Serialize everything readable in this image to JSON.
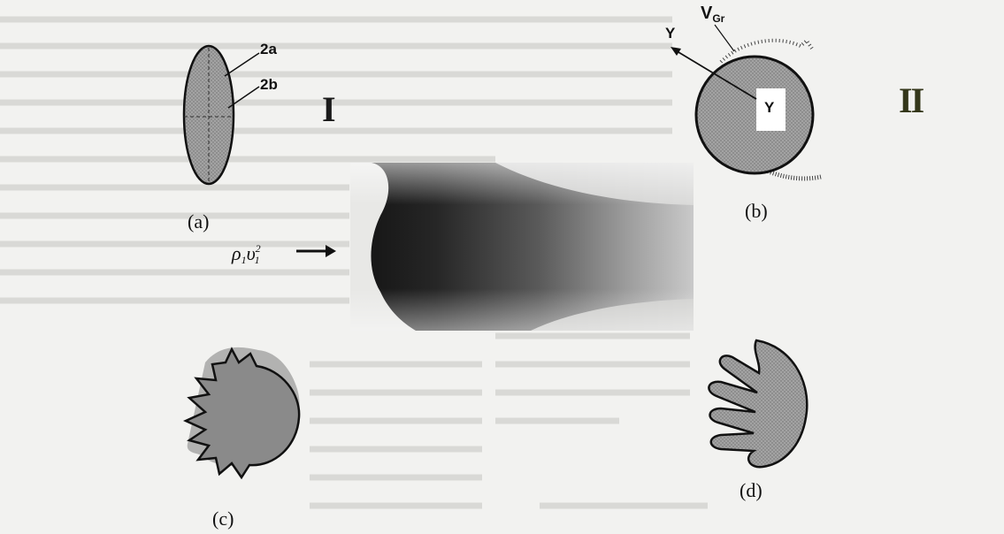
{
  "panels": {
    "a": {
      "label": "(a)",
      "dim_long": "2a",
      "dim_short": "2b",
      "roman": "I"
    },
    "b": {
      "label": "(b)",
      "velocity_symbol": "V",
      "velocity_sub": "Gr",
      "axis_outer": "Y",
      "axis_inner": "Y",
      "roman": "II"
    },
    "c": {
      "label": "(c)"
    },
    "d": {
      "label": "(d)"
    }
  },
  "pressure": {
    "rho": "ρ",
    "rho_sub": "1",
    "v": "υ",
    "v_sub": "1",
    "exponent": "2"
  },
  "colors": {
    "background": "#f2f2f0",
    "shape_fill": "#9a9a9a",
    "ink": "#111111",
    "spray": "#3a3a3a"
  }
}
